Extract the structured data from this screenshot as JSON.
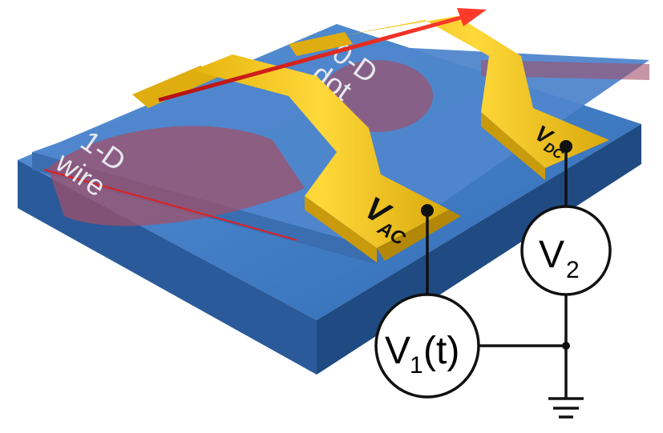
{
  "device": {
    "wire_label_line1": "1-D",
    "wire_label_line2": "wire",
    "dot_label_line1": "0-D",
    "dot_label_line2": "dot"
  },
  "gates": {
    "ac_main": "V",
    "ac_sub": "AC",
    "dc_main": "V",
    "dc_sub": "DC"
  },
  "meters": {
    "v1_main": "V",
    "v1_sub": "1",
    "v1_suffix": "(t)",
    "v2_main": "V",
    "v2_sub": "2"
  },
  "colors": {
    "substrate": "#3b78c4",
    "substrate_dark": "#2a5a9a",
    "gold": "#f2c21a",
    "gold_dark": "#c99a0c",
    "wire_region": "#a0506a",
    "arrow": "#d11a1a"
  }
}
